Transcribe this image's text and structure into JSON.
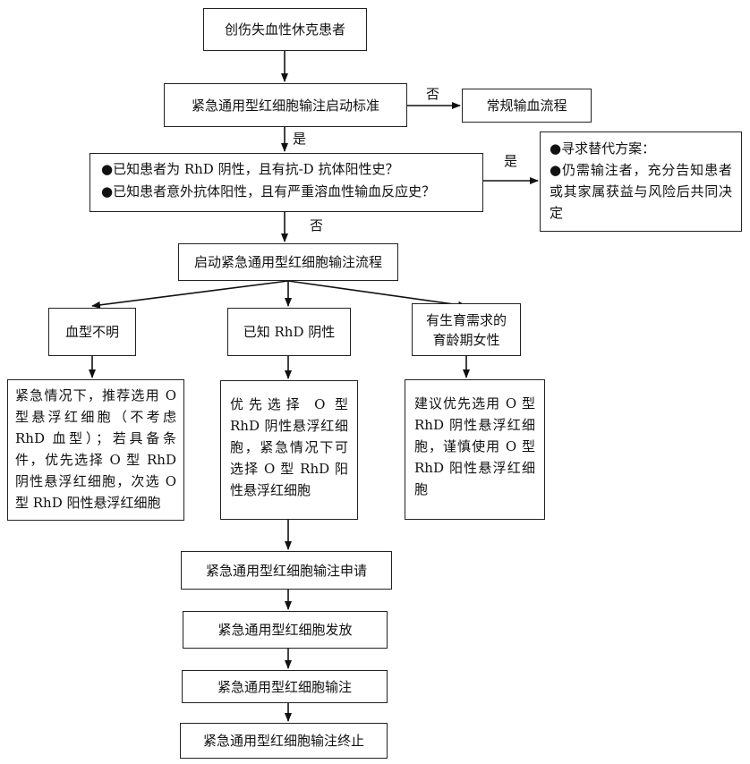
{
  "nodes": {
    "start": "创伤失血性休克患者",
    "criteria": "紧急通用型红细胞输注启动标准",
    "routine": "常规输血流程",
    "exclusion": {
      "items": [
        "●已知患者为 RhD 阴性，且有抗-D 抗体阳性史？",
        "●已知患者意外抗体阳性，且有严重溶血性输血反应史？"
      ]
    },
    "alternative": {
      "items": [
        "●寻求替代方案：",
        "●仍需输注者，充分告知患者或其家属获益与风险后共同决定"
      ]
    },
    "start_process": "启动紧急通用型红细胞输注流程",
    "branch_unknown": "血型不明",
    "branch_rhd_neg": "已知 RhD 阴性",
    "branch_female": "有生育需求的育龄期女性",
    "rec_unknown": "紧急情况下，推荐选用 O 型悬浮红细胞（不考虑 RhD 血型）；若具备条件，优先选择 O 型 RhD 阴性悬浮红细胞，次选 O 型 RhD 阳性悬浮红细胞",
    "rec_rhd_neg": "优先选择 O 型 RhD 阴性悬浮红细胞，紧急情况下可选择 O 型 RhD 阳性悬浮红细胞",
    "rec_female": "建议优先选用 O 型 RhD 阴性悬浮红细胞，谨慎使用 O 型 RhD 阳性悬浮红细胞",
    "apply": "紧急通用型红细胞输注申请",
    "release": "紧急通用型红细胞发放",
    "transfuse": "紧急通用型红细胞输注",
    "terminate": "紧急通用型红细胞输注终止"
  },
  "edge_labels": {
    "criteria_no": "否",
    "criteria_yes": "是",
    "exclusion_yes": "是",
    "exclusion_no": "否"
  }
}
